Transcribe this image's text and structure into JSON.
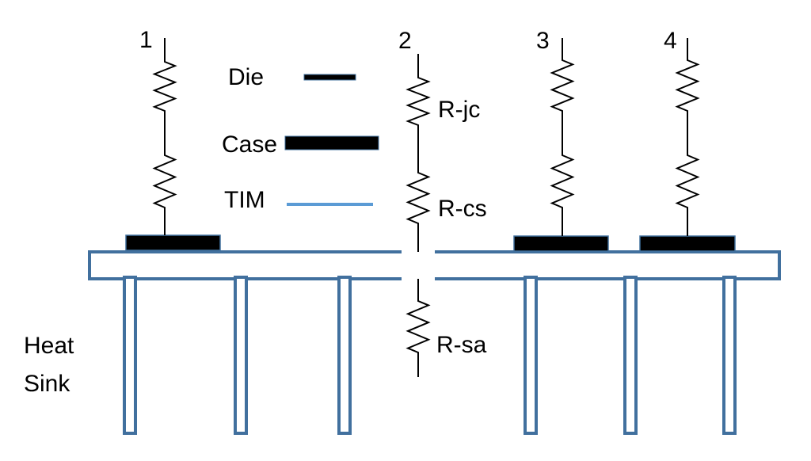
{
  "legend": {
    "die_label": "Die",
    "case_label": "Case",
    "tim_label": "TIM"
  },
  "resistor_numbers": [
    "1",
    "2",
    "3",
    "4"
  ],
  "resistances": {
    "junction_case": "R-jc",
    "case_sink": "R-cs",
    "sink_ambient": "R-sa"
  },
  "heat_sink_label": [
    "Heat",
    "Sink"
  ],
  "colors": {
    "heat_sink": "#41709e",
    "tim": "#5b9bd5",
    "case": "#000000",
    "wire": "#000000"
  }
}
